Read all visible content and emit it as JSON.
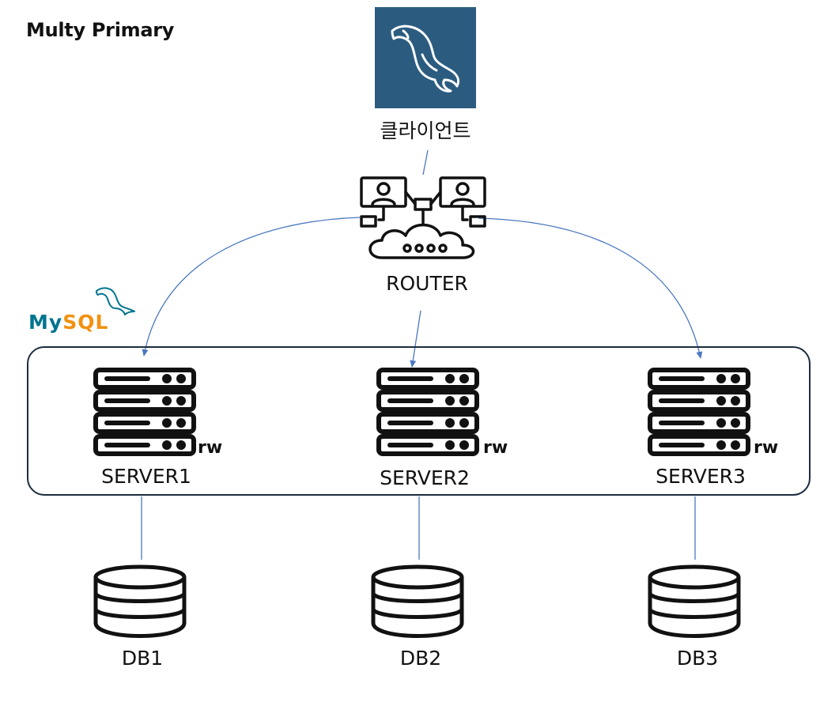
{
  "title": "Multy Primary",
  "client": {
    "label": "클라이언트",
    "tile_color": "#2b5c80"
  },
  "router": {
    "label": "ROUTER"
  },
  "mysql_logo": {
    "text": "MySQL",
    "my_color": "#00758f",
    "sql_color": "#f29111"
  },
  "servers": [
    {
      "label": "SERVER1",
      "mode": "rw"
    },
    {
      "label": "SERVER2",
      "mode": "rw"
    },
    {
      "label": "SERVER3",
      "mode": "rw"
    }
  ],
  "databases": [
    {
      "label": "DB1"
    },
    {
      "label": "DB2"
    },
    {
      "label": "DB3"
    }
  ],
  "colors": {
    "connector": "#4a78c0",
    "cluster_border": "#1d2c3e",
    "icon": "#111111"
  }
}
